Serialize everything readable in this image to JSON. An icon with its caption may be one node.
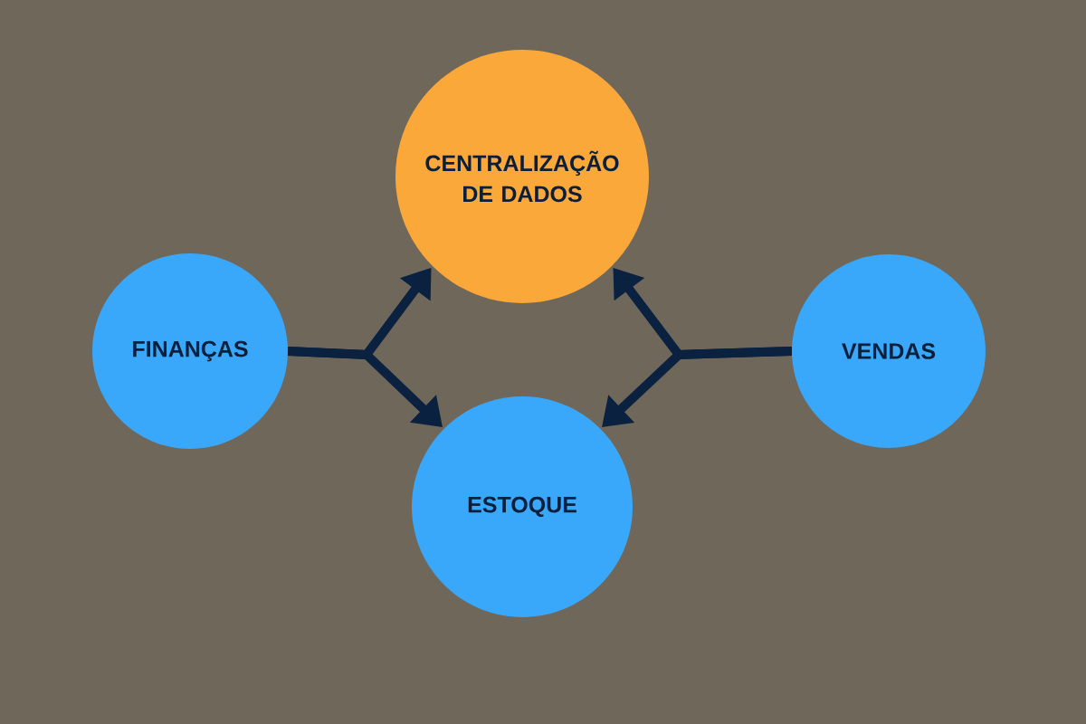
{
  "diagram": {
    "nodes": [
      {
        "text": [
          "CENTRALIZAÇÃO DE DADOS"
        ]
      },
      {
        "text": [
          "FINANÇAS"
        ]
      },
      {
        "text": [
          "VENDAS"
        ]
      },
      {
        "text": [
          "ESTOQUE"
        ]
      }
    ],
    "edges": [
      {
        "from": 1,
        "to": 0,
        "arrow": "to"
      },
      {
        "from": 1,
        "to": 3,
        "arrow": "to"
      },
      {
        "from": 2,
        "to": 0,
        "arrow": "to"
      },
      {
        "from": 2,
        "to": 3,
        "arrow": "to"
      }
    ]
  }
}
